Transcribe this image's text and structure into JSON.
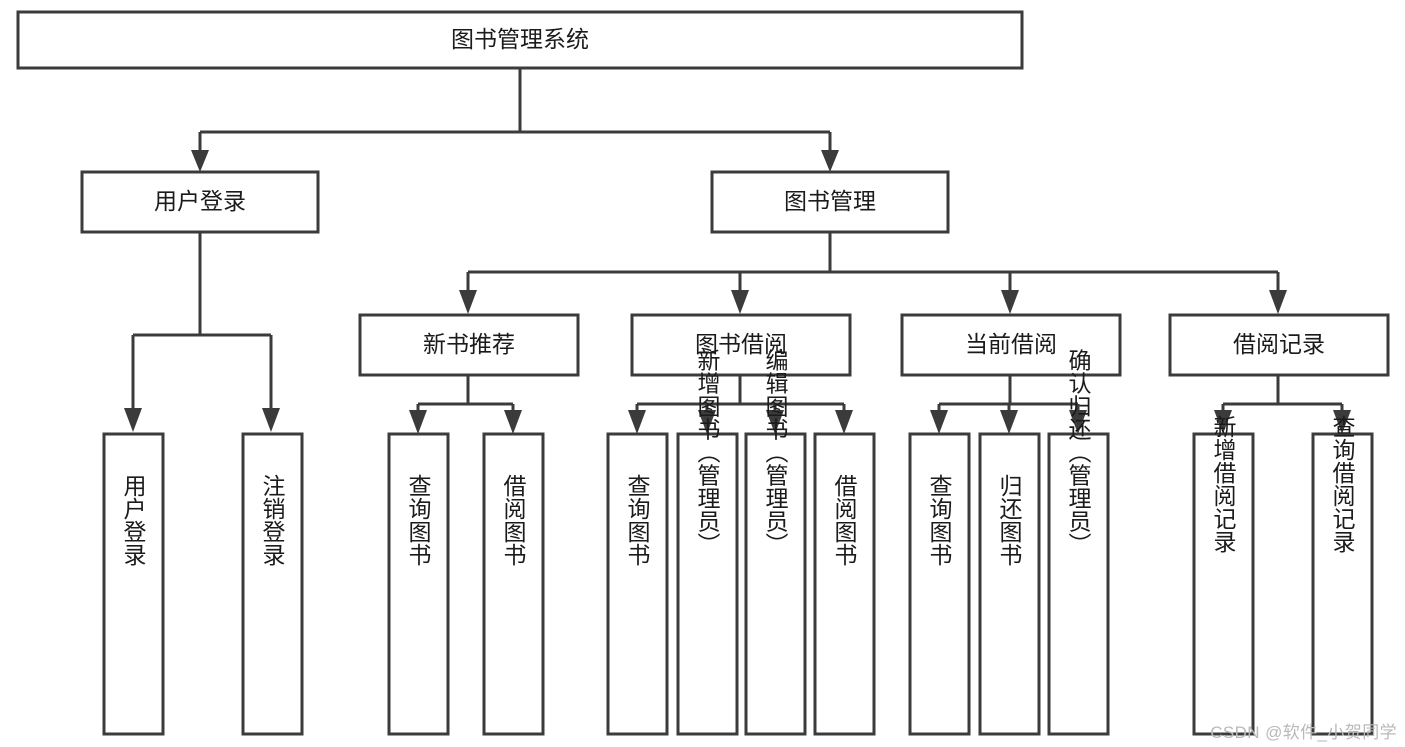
{
  "diagram": {
    "type": "tree-hierarchy",
    "title": "图书管理系统",
    "orientation": "top-down",
    "colors": {
      "box_stroke": "#3b3b3b",
      "box_fill": "#ffffff",
      "connector": "#3b3b3b",
      "text": "#1b1b1b",
      "watermark": "#b9b9b9",
      "background": "#ffffff"
    },
    "levels": {
      "level0": "系统根节点",
      "level1": "主模块",
      "level2": "子模块",
      "level3": "功能操作"
    },
    "nodes": {
      "root": {
        "label": "图书管理系统"
      },
      "level1": [
        {
          "id": "user-login",
          "label": "用户登录"
        },
        {
          "id": "book-manage",
          "label": "图书管理"
        }
      ],
      "level2": [
        {
          "id": "new-book-rec",
          "label": "新书推荐",
          "parent": "book-manage"
        },
        {
          "id": "book-borrow",
          "label": "图书借阅",
          "parent": "book-manage"
        },
        {
          "id": "current-borrow",
          "label": "当前借阅",
          "parent": "book-manage"
        },
        {
          "id": "borrow-record",
          "label": "借阅记录",
          "parent": "book-manage"
        }
      ],
      "leaves": [
        {
          "id": "leaf-user-login",
          "label": "用户登录",
          "parent": "user-login"
        },
        {
          "id": "leaf-user-logout",
          "label": "注销登录",
          "parent": "user-login"
        },
        {
          "id": "leaf-query-book-1",
          "label": "查询图书",
          "parent": "new-book-rec"
        },
        {
          "id": "leaf-borrow-book-1",
          "label": "借阅图书",
          "parent": "new-book-rec"
        },
        {
          "id": "leaf-query-book-2",
          "label": "查询图书",
          "parent": "book-borrow"
        },
        {
          "id": "leaf-add-book",
          "label": "新增图书（管理员）",
          "parent": "book-borrow"
        },
        {
          "id": "leaf-edit-book",
          "label": "编辑图书（管理员）",
          "parent": "book-borrow"
        },
        {
          "id": "leaf-borrow-book-2",
          "label": "借阅图书",
          "parent": "book-borrow"
        },
        {
          "id": "leaf-query-book-3",
          "label": "查询图书",
          "parent": "current-borrow"
        },
        {
          "id": "leaf-return-book",
          "label": "归还图书",
          "parent": "current-borrow"
        },
        {
          "id": "leaf-confirm-return",
          "label": "确认归还（管理员）",
          "parent": "current-borrow"
        },
        {
          "id": "leaf-add-record",
          "label": "新增借阅记录",
          "parent": "borrow-record"
        },
        {
          "id": "leaf-query-record",
          "label": "查询借阅记录",
          "parent": "borrow-record"
        }
      ]
    }
  },
  "watermark": {
    "text": "CSDN @软件_小贺同学"
  }
}
